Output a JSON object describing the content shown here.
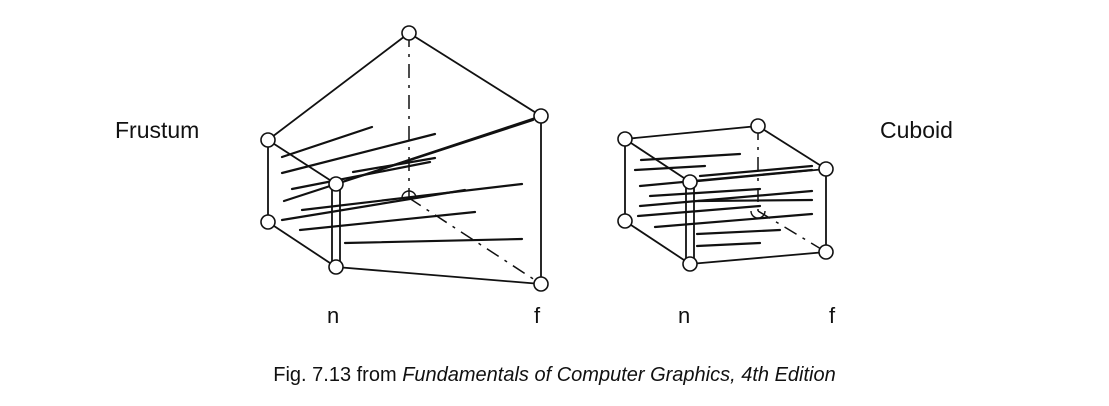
{
  "labels": {
    "frustum": "Frustum",
    "cuboid": "Cuboid",
    "frustum_near": "n",
    "frustum_far": "f",
    "cuboid_near": "n",
    "cuboid_far": "f"
  },
  "caption": {
    "prefix": "Fig. 7.13 from ",
    "title": "Fundamentals of Computer Graphics, 4th Edition"
  }
}
